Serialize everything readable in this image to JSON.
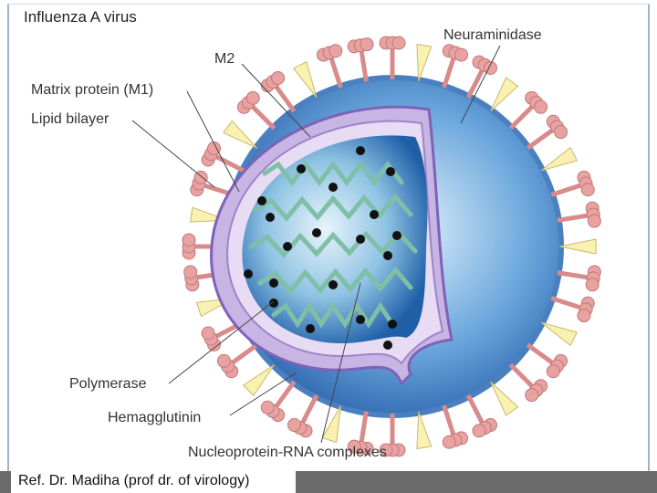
{
  "diagram": {
    "title": "Influenza A virus",
    "labels": {
      "neuraminidase": "Neuraminidase",
      "m2": "M2",
      "matrix_protein": "Matrix protein (M1)",
      "lipid_bilayer": "Lipid bilayer",
      "polymerase": "Polymerase",
      "hemagglutinin": "Hemagglutinin",
      "nucleoprotein": "Nucleoprotein-RNA complexes"
    },
    "colors": {
      "envelope": "#5a8fd0",
      "lipid": "#b9a8d8",
      "matrix": "#d9c6ea",
      "core": "#2f6fb7",
      "rna": "#88c8b0",
      "hemagglutinin": "#e9a2a2",
      "neuraminidase": "#f8f1b0",
      "dots": "#111111"
    }
  },
  "footer": {
    "reference": "Ref. Dr.  Madiha (prof dr. of virology)"
  }
}
